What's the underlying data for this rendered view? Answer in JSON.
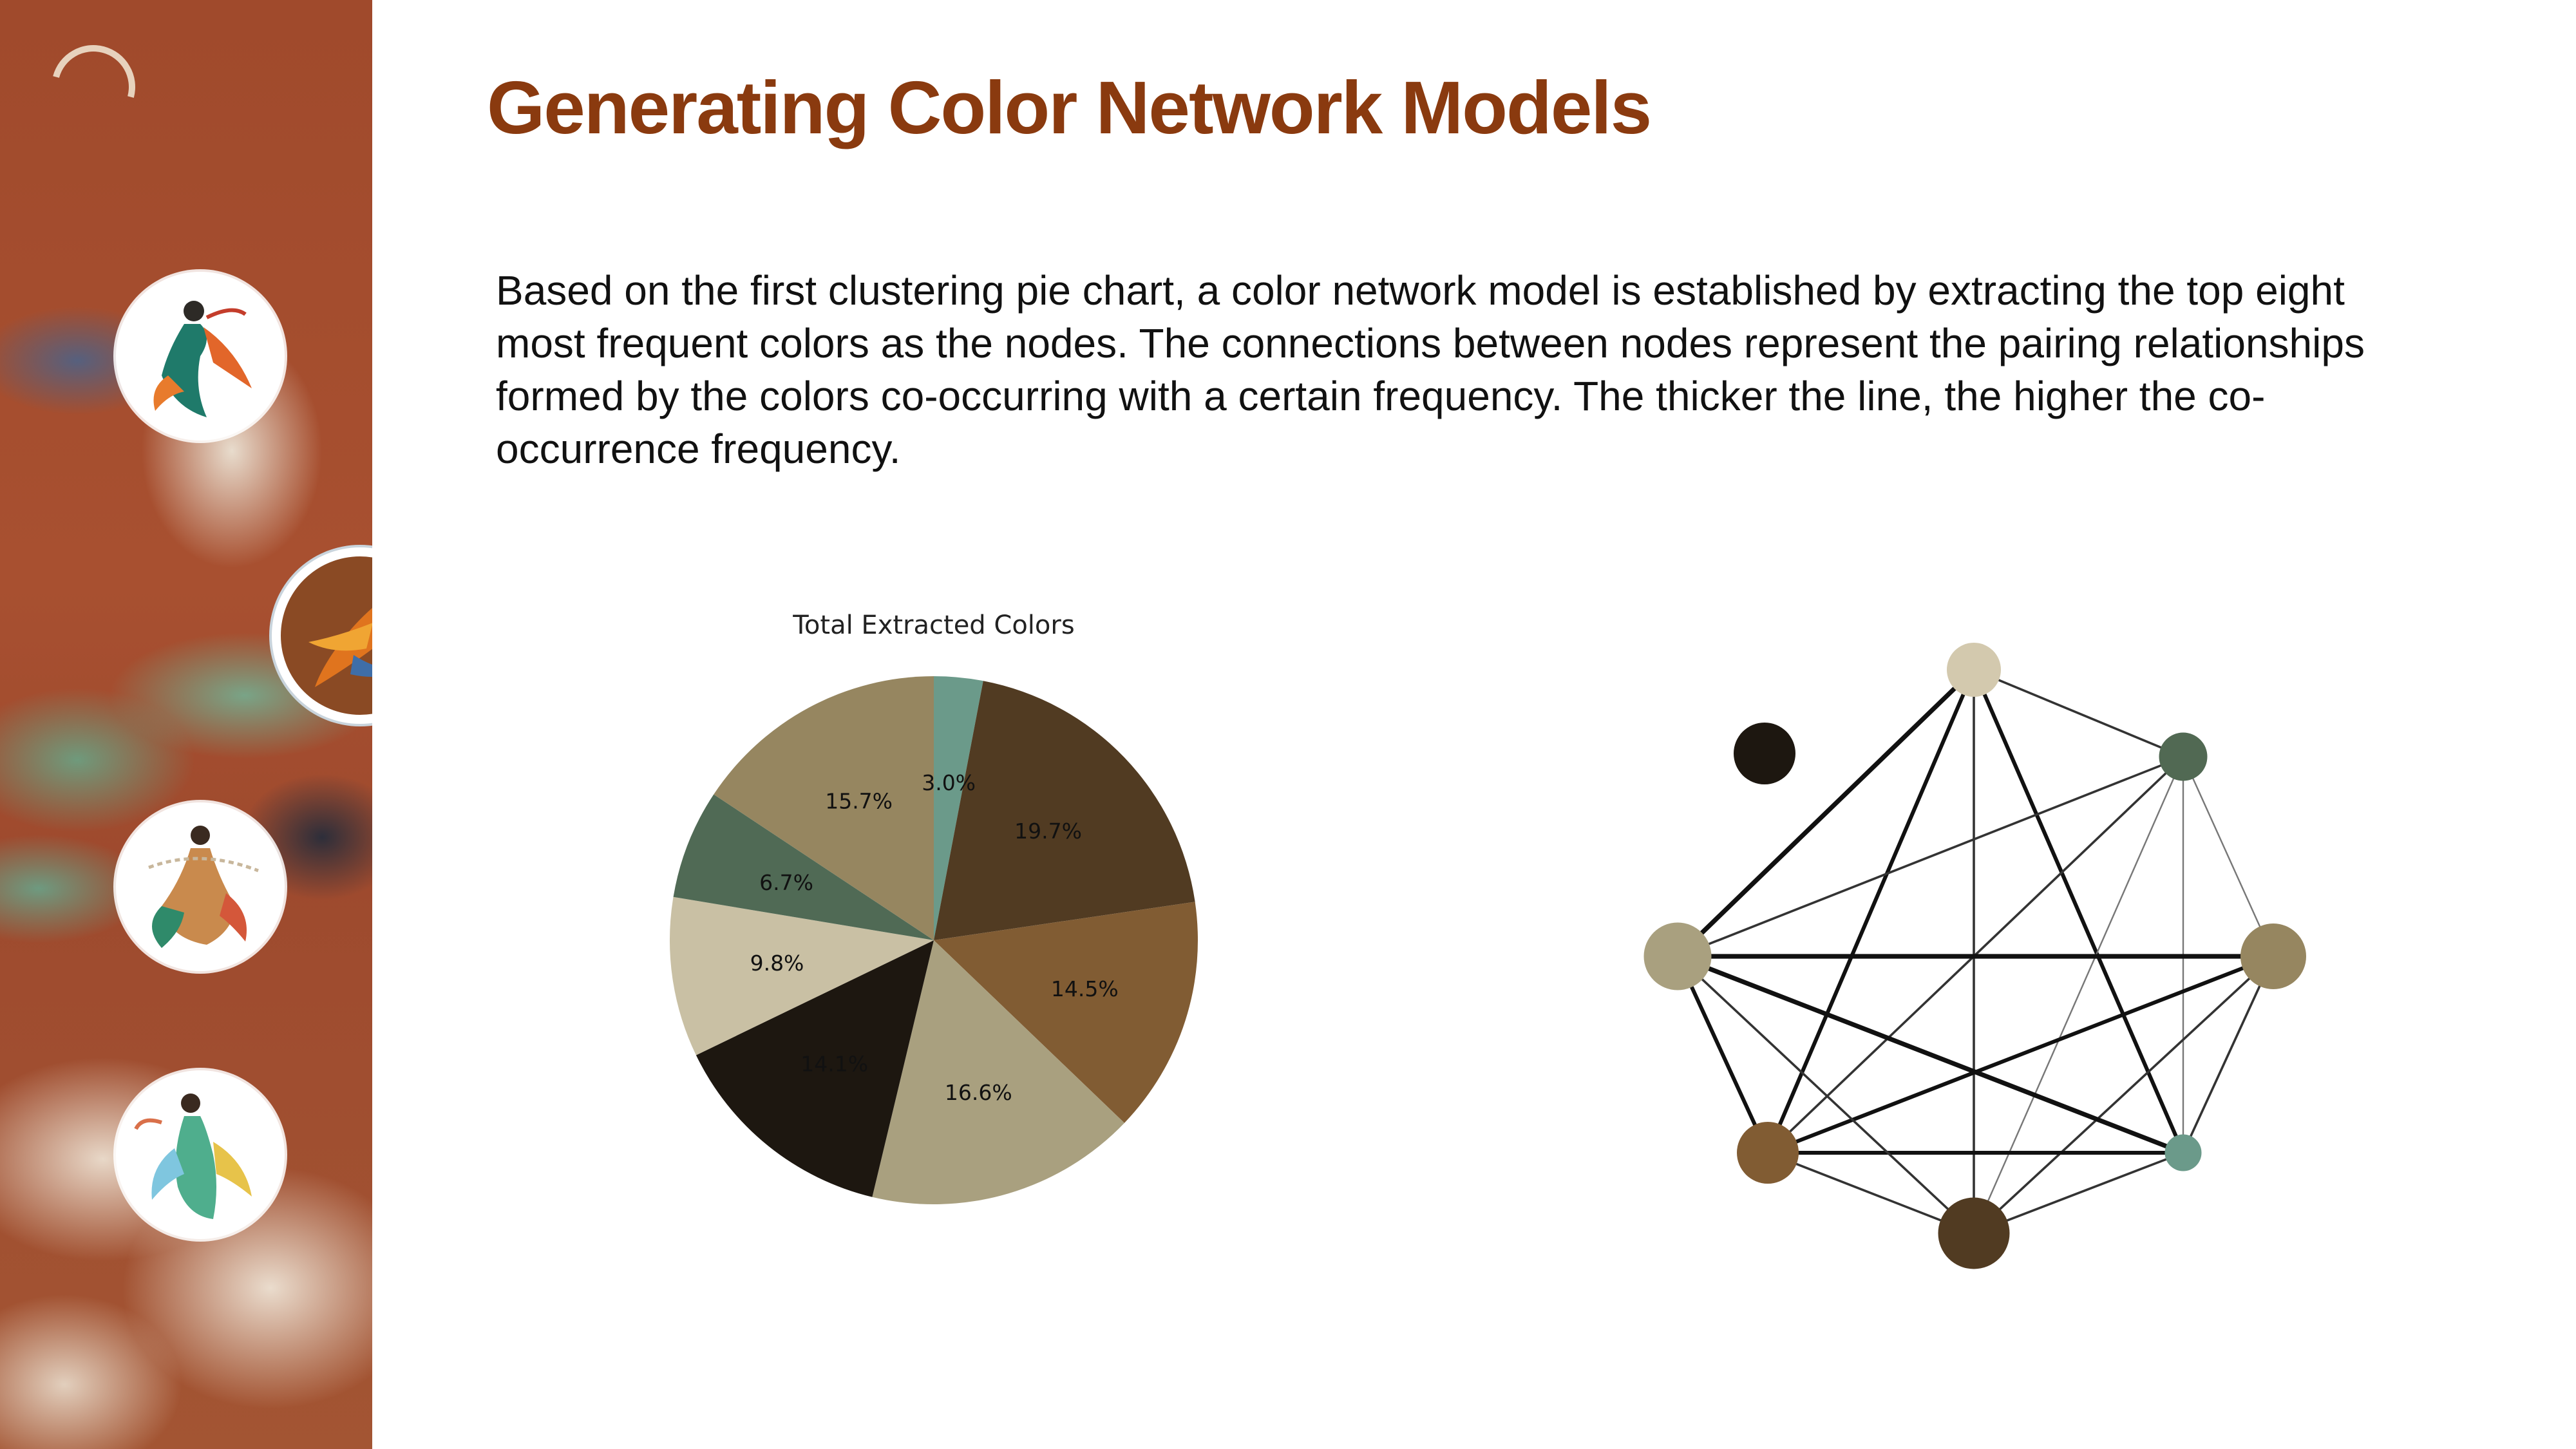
{
  "slide": {
    "title": "Generating Color Network Models",
    "description": "Based on the first clustering pie chart, a color network model is established by extracting the top eight most frequent colors as the nodes. The connections between nodes represent the pairing relationships formed by the colors co-occurring with a certain frequency. The thicker the line, the higher the co-occurrence frequency."
  },
  "sidebar": {
    "thumbnails": [
      {
        "name": "dancer-thumbnail-1",
        "active": false
      },
      {
        "name": "dancer-thumbnail-2",
        "active": true
      },
      {
        "name": "dancer-thumbnail-3",
        "active": false
      },
      {
        "name": "dancer-thumbnail-4",
        "active": false
      }
    ]
  },
  "chart_data": {
    "type": "pie",
    "title": "Total Extracted Colors",
    "categories": [
      "",
      "",
      "",
      "",
      "",
      "",
      "",
      ""
    ],
    "values": [
      3.0,
      19.7,
      14.5,
      16.6,
      14.1,
      9.8,
      6.7,
      15.7
    ],
    "labels": [
      "3.0%",
      "19.7%",
      "14.5%",
      "16.6%",
      "14.1%",
      "9.8%",
      "6.7%",
      "15.7%"
    ],
    "colors": [
      "#6b9a8a",
      "#513b22",
      "#815c33",
      "#a9a07f",
      "#1d1710",
      "#c9c0a4",
      "#506a55",
      "#968660"
    ],
    "start_angle_deg": 90,
    "direction": "clockwise"
  },
  "network_data": {
    "type": "network",
    "nodes": [
      {
        "id": "n1",
        "color": "#d3c9ae",
        "size": 1.0
      },
      {
        "id": "n2",
        "color": "#516953",
        "size": 0.85
      },
      {
        "id": "n3",
        "color": "#968660",
        "size": 1.3
      },
      {
        "id": "n4",
        "color": "#6b9a8a",
        "size": 0.55
      },
      {
        "id": "n5",
        "color": "#513b22",
        "size": 1.45
      },
      {
        "id": "n6",
        "color": "#815c33",
        "size": 1.2
      },
      {
        "id": "n7",
        "color": "#a9a07f",
        "size": 1.35
      },
      {
        "id": "n8",
        "color": "#1d1710",
        "size": 1.2
      }
    ],
    "edges": [
      {
        "source": "n1",
        "target": "n7",
        "weight": 5
      },
      {
        "source": "n1",
        "target": "n6",
        "weight": 4
      },
      {
        "source": "n1",
        "target": "n5",
        "weight": 2
      },
      {
        "source": "n1",
        "target": "n4",
        "weight": 4
      },
      {
        "source": "n1",
        "target": "n2",
        "weight": 2
      },
      {
        "source": "n2",
        "target": "n7",
        "weight": 2
      },
      {
        "source": "n2",
        "target": "n6",
        "weight": 2
      },
      {
        "source": "n2",
        "target": "n5",
        "weight": 1
      },
      {
        "source": "n2",
        "target": "n4",
        "weight": 1
      },
      {
        "source": "n3",
        "target": "n7",
        "weight": 5
      },
      {
        "source": "n3",
        "target": "n6",
        "weight": 4
      },
      {
        "source": "n3",
        "target": "n5",
        "weight": 2
      },
      {
        "source": "n3",
        "target": "n2",
        "weight": 1
      },
      {
        "source": "n4",
        "target": "n7",
        "weight": 5
      },
      {
        "source": "n4",
        "target": "n6",
        "weight": 4
      },
      {
        "source": "n4",
        "target": "n5",
        "weight": 2
      },
      {
        "source": "n4",
        "target": "n3",
        "weight": 2
      },
      {
        "source": "n5",
        "target": "n7",
        "weight": 2
      },
      {
        "source": "n5",
        "target": "n6",
        "weight": 2
      },
      {
        "source": "n6",
        "target": "n7",
        "weight": 4
      }
    ]
  }
}
